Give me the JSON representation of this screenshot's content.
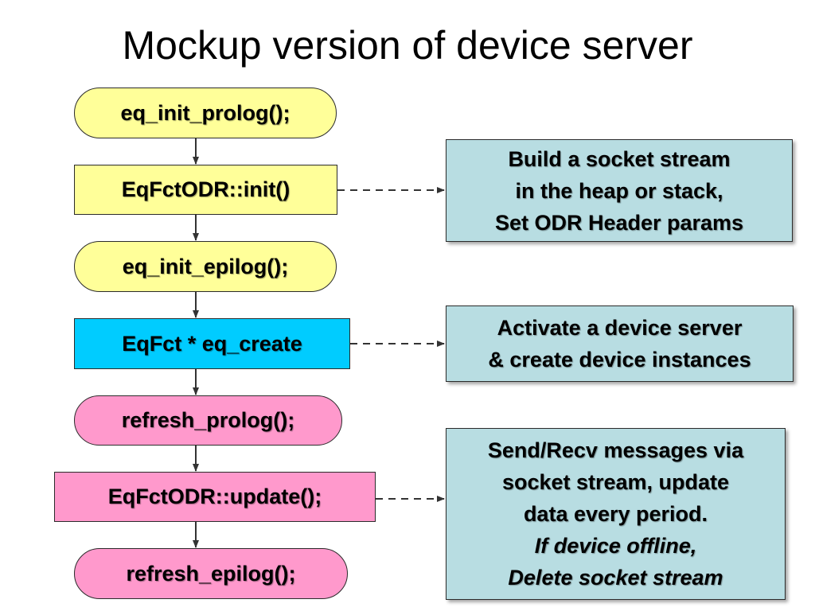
{
  "title": "Mockup version of device server",
  "nodes": {
    "init_prolog": "eq_init_prolog();",
    "odr_init": "EqFctODR::init()",
    "init_epilog": "eq_init_epilog();",
    "create": "EqFct *  eq_create",
    "refresh_prolog": "refresh_prolog();",
    "odr_update": "EqFctODR::update();",
    "refresh_epilog": "refresh_epilog();"
  },
  "notes": {
    "init": [
      "Build a socket stream",
      "in the heap or stack,",
      "Set ODR Header params"
    ],
    "create": [
      "Activate a device server",
      "& create device instances"
    ],
    "update": [
      "Send/Recv messages via",
      "socket stream, update",
      "data every period."
    ],
    "update_italic": [
      "If device offline,",
      "Delete socket stream"
    ]
  },
  "colors": {
    "yellow": "#ffff99",
    "cyan": "#00ccff",
    "pink": "#ff99cc",
    "note": "#b8dde2"
  }
}
